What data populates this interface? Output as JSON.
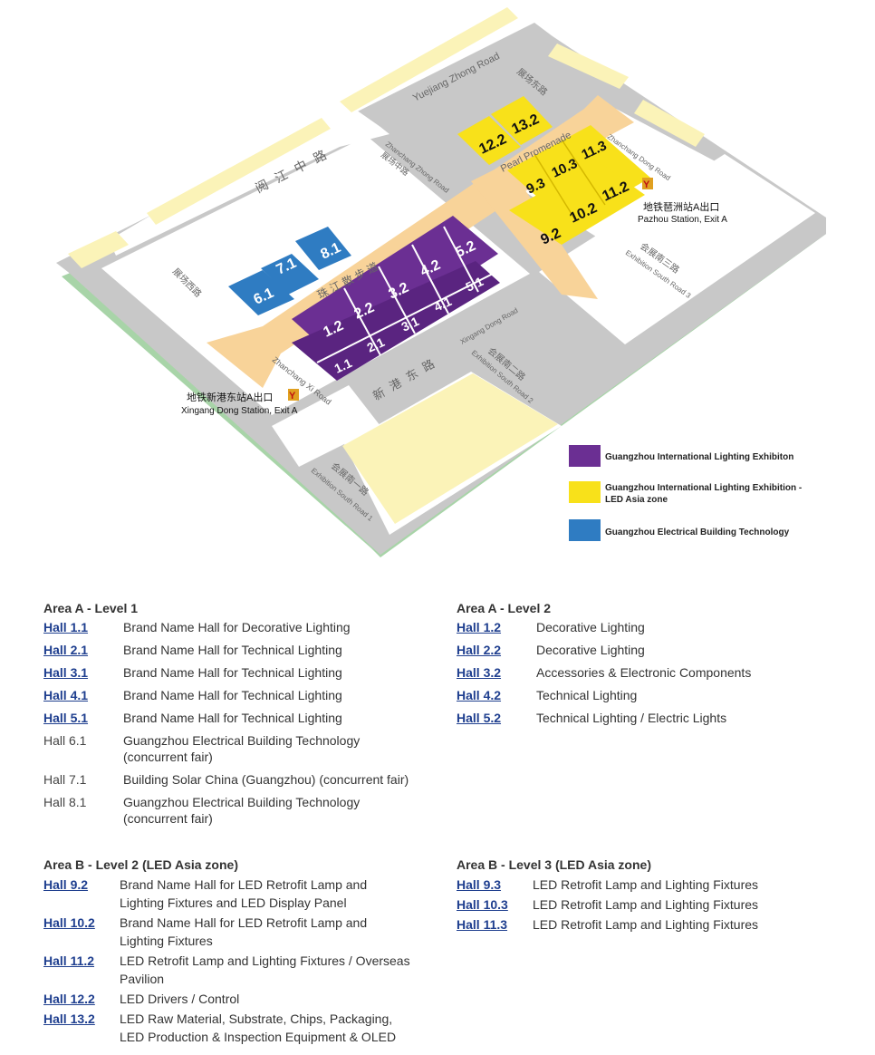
{
  "map": {
    "roads": {
      "yuejiang_en": "Yuejiang Zhong Road",
      "yuejiang_cn": "阅江中路",
      "zhanchang_zhong_en": "Zhanchang Zhong Road",
      "zhanchang_zhong_cn": "展场中路",
      "zhanchang_dong_en": "Zhanchang Dong Road",
      "zhanchang_dong_cn": "展场东路",
      "zhanchang_xi_en": "Zhanchang Xi Road",
      "zhanchang_xi_cn": "展场西路",
      "xingang_dong_en": "Xingang Dong Road",
      "xingang_dong_cn": "新港东路",
      "pearl_promenade_en": "Pearl Promenade",
      "pearl_promenade_cn": "珠 江 散 步 道",
      "south1_en": "Exhibition South Road 1",
      "south1_cn": "会展南一路",
      "south2_en": "Exhibition South Road 2",
      "south2_cn": "会展南二路",
      "south3_en": "Exhibition South Road 3",
      "south3_cn": "会展南三路"
    },
    "stations": {
      "xingang_cn": "地铁新港东站A出口",
      "xingang_en": "Xingang Dong Station, Exit A",
      "pazhou_cn": "地铁琶洲站A出口",
      "pazhou_en": "Pazhou Station, Exit A"
    },
    "halls": [
      {
        "num": "1.1",
        "zone": "purple"
      },
      {
        "num": "2.1",
        "zone": "purple"
      },
      {
        "num": "3.1",
        "zone": "purple"
      },
      {
        "num": "4.1",
        "zone": "purple"
      },
      {
        "num": "5.1",
        "zone": "purple"
      },
      {
        "num": "1.2",
        "zone": "purple"
      },
      {
        "num": "2.2",
        "zone": "purple"
      },
      {
        "num": "3.2",
        "zone": "purple"
      },
      {
        "num": "4.2",
        "zone": "purple"
      },
      {
        "num": "5.2",
        "zone": "purple"
      },
      {
        "num": "6.1",
        "zone": "blue"
      },
      {
        "num": "7.1",
        "zone": "blue"
      },
      {
        "num": "8.1",
        "zone": "blue"
      },
      {
        "num": "9.2",
        "zone": "yellow"
      },
      {
        "num": "10.2",
        "zone": "yellow"
      },
      {
        "num": "11.2",
        "zone": "yellow"
      },
      {
        "num": "9.3",
        "zone": "yellow"
      },
      {
        "num": "10.3",
        "zone": "yellow"
      },
      {
        "num": "11.3",
        "zone": "yellow"
      },
      {
        "num": "12.2",
        "zone": "yellow"
      },
      {
        "num": "13.2",
        "zone": "yellow"
      }
    ],
    "colors": {
      "purple": "#6b2f93",
      "yellow": "#f8e11a",
      "blue": "#2f7cc2",
      "road": "#c8c8c8",
      "promenade": "#f8d399",
      "green": "#a8d4a8",
      "pale_yellow": "#fbf3b8"
    },
    "legend": [
      {
        "color": "#6b2f93",
        "label": "Guangzhou International Lighting Exhibiton"
      },
      {
        "color": "#f8e11a",
        "label": "Guangzhou International Lighting Exhibition -",
        "label2": "LED Asia zone"
      },
      {
        "color": "#2f7cc2",
        "label": "Guangzhou Electrical Building Technology"
      }
    ]
  },
  "sections": {
    "a1": {
      "title": "Area A - Level 1",
      "rows": [
        {
          "hall": "Hall 1.1",
          "desc": "Brand Name Hall for Decorative Lighting",
          "link": true
        },
        {
          "hall": "Hall 2.1",
          "desc": "Brand Name Hall for Technical Lighting",
          "link": true
        },
        {
          "hall": "Hall 3.1",
          "desc": "Brand Name Hall for Technical Lighting",
          "link": true
        },
        {
          "hall": "Hall 4.1",
          "desc": "Brand Name Hall for Technical Lighting",
          "link": true
        },
        {
          "hall": "Hall 5.1",
          "desc": "Brand Name Hall for Technical Lighting",
          "link": true
        },
        {
          "hall": "Hall 6.1",
          "desc": "Guangzhou Electrical Building Technology",
          "desc2": "(concurrent fair)",
          "link": false
        },
        {
          "hall": "Hall 7.1",
          "desc": "Building Solar China (Guangzhou) (concurrent fair)",
          "link": false
        },
        {
          "hall": "Hall 8.1",
          "desc": "Guangzhou Electrical Building Technology",
          "desc2": "(concurrent fair)",
          "link": false
        }
      ]
    },
    "a2": {
      "title": "Area A - Level 2",
      "rows": [
        {
          "hall": "Hall 1.2",
          "desc": "Decorative Lighting",
          "link": true
        },
        {
          "hall": "Hall 2.2",
          "desc": "Decorative Lighting",
          "link": true
        },
        {
          "hall": "Hall 3.2",
          "desc": "Accessories & Electronic Components",
          "link": true
        },
        {
          "hall": "Hall 4.2",
          "desc": "Technical Lighting",
          "link": true
        },
        {
          "hall": "Hall 5.2",
          "desc": "Technical Lighting / Electric Lights",
          "link": true
        }
      ]
    },
    "b2": {
      "title": "Area B - Level 2 (LED Asia zone)",
      "rows": [
        {
          "hall": "Hall 9.2",
          "desc": "Brand Name Hall for LED Retrofit Lamp and",
          "desc2": "Lighting Fixtures and LED Display Panel",
          "link": true
        },
        {
          "hall": "Hall 10.2",
          "desc": "Brand Name Hall for LED Retrofit Lamp and",
          "desc2": "Lighting Fixtures",
          "link": true
        },
        {
          "hall": "Hall 11.2",
          "desc": "LED Retrofit Lamp and Lighting Fixtures / Overseas",
          "desc2": "Pavilion",
          "link": true
        },
        {
          "hall": "Hall 12.2",
          "desc": "LED Drivers / Control",
          "link": true
        },
        {
          "hall": "Hall 13.2",
          "desc": "LED Raw Material, Substrate, Chips, Packaging,",
          "desc2": "LED Production & Inspection Equipment & OLED",
          "link": true
        }
      ]
    },
    "b3": {
      "title": "Area B - Level 3 (LED Asia zone)",
      "rows": [
        {
          "hall": "Hall 9.3",
          "desc": "LED Retrofit Lamp and Lighting Fixtures",
          "link": true
        },
        {
          "hall": "Hall 10.3",
          "desc": "LED Retrofit Lamp and Lighting Fixtures",
          "link": true
        },
        {
          "hall": "Hall 11.3",
          "desc": "LED Retrofit Lamp and Lighting Fixtures",
          "link": true
        }
      ]
    }
  }
}
